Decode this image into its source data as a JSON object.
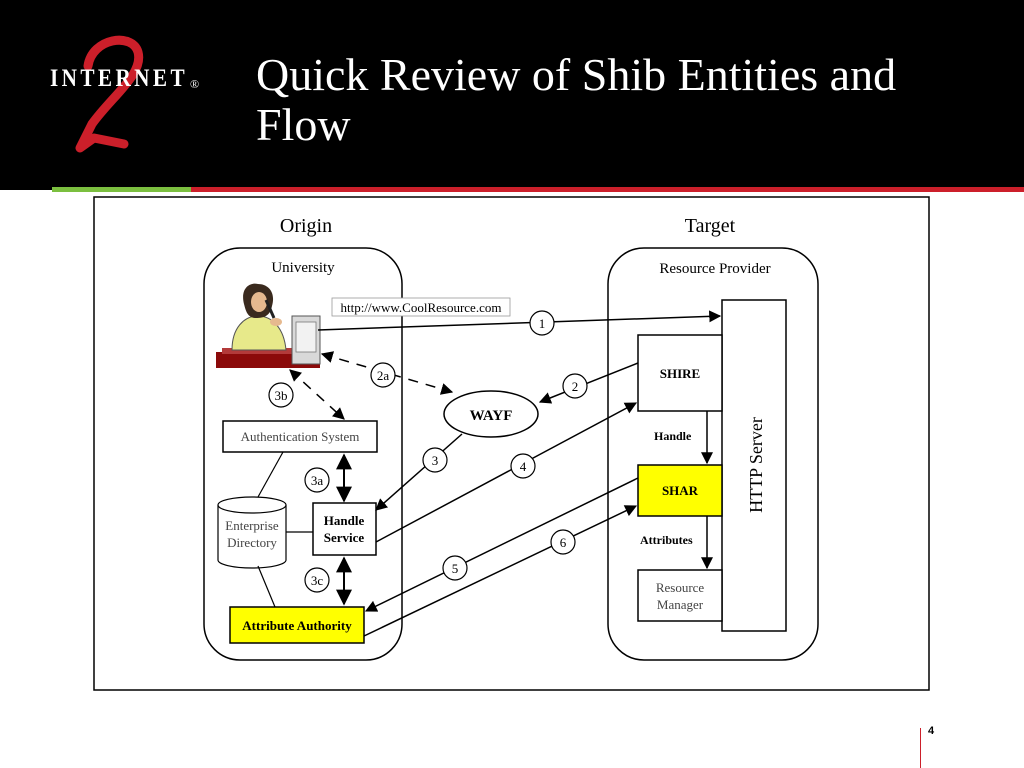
{
  "slide": {
    "title": "Quick Review of Shib Entities and Flow",
    "page_number": "4",
    "logo_text": "INTERNET",
    "logo_numeral": "2",
    "logo_mark": "®"
  },
  "colors": {
    "header_bg": "#000000",
    "accent_green": "#7bbf3f",
    "accent_red": "#cc1f2a",
    "highlight_yellow": "#ffff00"
  },
  "diagram": {
    "origin_label": "Origin",
    "target_label": "Target",
    "university_label": "University",
    "resource_provider_label": "Resource Provider",
    "url_label": "http://www.CoolResource.com",
    "wayf": "WAYF",
    "auth_system": "Authentication System",
    "enterprise_directory_line1": "Enterprise",
    "enterprise_directory_line2": "Directory",
    "handle_service_line1": "Handle",
    "handle_service_line2": "Service",
    "attribute_authority": "Attribute Authority",
    "shire": "SHIRE",
    "shar": "SHAR",
    "handle_label": "Handle",
    "attributes_label": "Attributes",
    "resource_manager_line1": "Resource",
    "resource_manager_line2": "Manager",
    "http_server": "HTTP Server",
    "steps": [
      "1",
      "2a",
      "2",
      "3b",
      "3",
      "3a",
      "4",
      "3c",
      "5",
      "6"
    ]
  }
}
